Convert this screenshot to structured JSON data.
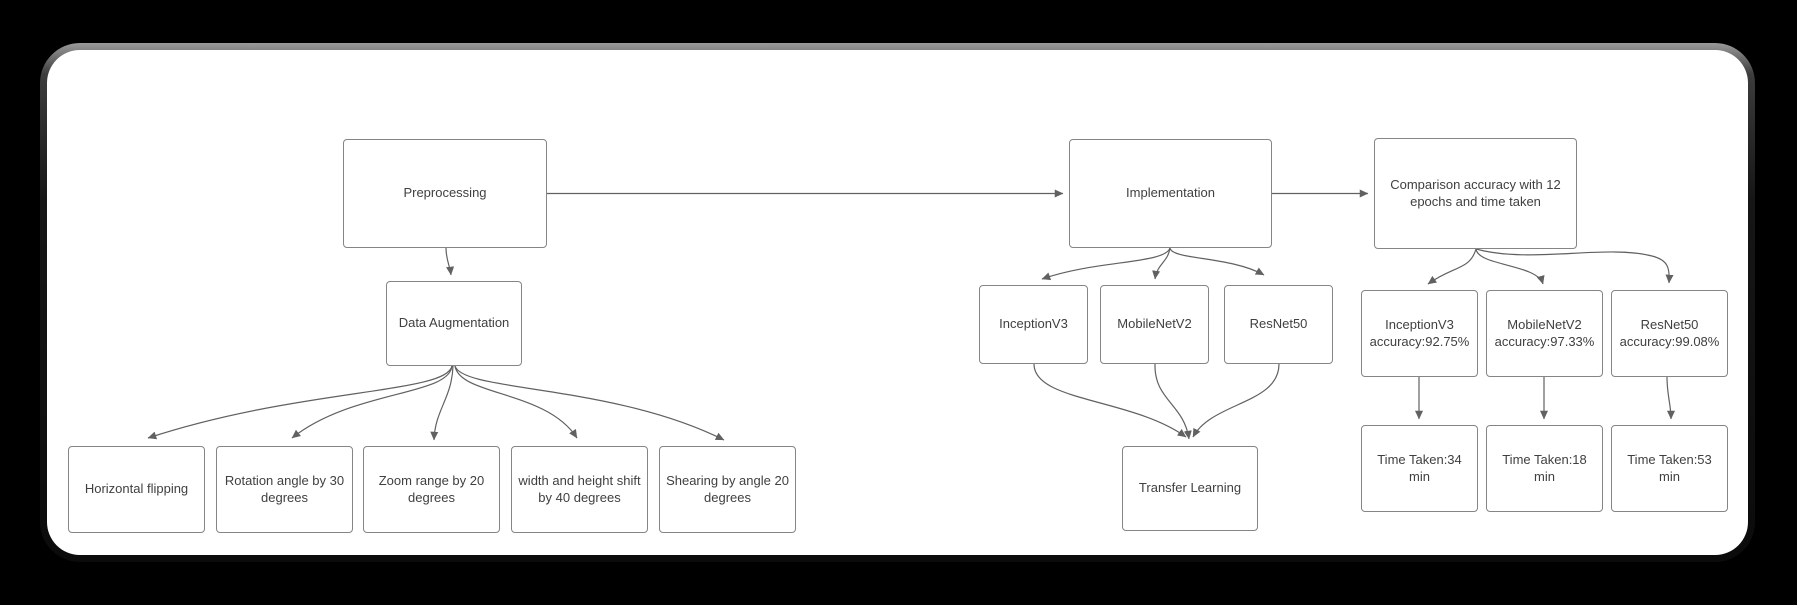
{
  "scene": {
    "background_color": "#000000",
    "card_background_color": "#ffffff",
    "frame_color": "#161616"
  },
  "diagram": {
    "type": "flowchart",
    "edge_color": "#616161",
    "node_border_color": "#858585",
    "text_color": "#404040",
    "nodes": {
      "preprocessing": "Preprocessing",
      "implementation": "Implementation",
      "comparison": "Comparison accuracy with 12 epochs and time taken",
      "data_augmentation": "Data Augmentation",
      "horizontal_flipping": "Horizontal flipping",
      "rotation": "Rotation angle by 30 degrees",
      "zoom_range": "Zoom range by 20 degrees",
      "shift": "width and height shift by 40 degrees",
      "shearing": "Shearing by angle 20 degrees",
      "inceptionv3": "InceptionV3",
      "mobilenetv2": "MobileNetV2",
      "resnet50": "ResNet50",
      "transfer_learning": "Transfer Learning",
      "inceptionv3_accuracy": "InceptionV3 accuracy:92.75%",
      "mobilenetv2_accuracy": "MobileNetV2 accuracy:97.33%",
      "resnet50_accuracy": "ResNet50 accuracy:99.08%",
      "time_inceptionv3": "Time Taken:34 min",
      "time_mobilenetv2": "Time Taken:18 min",
      "time_resnet50": "Time Taken:53 min"
    },
    "edges": [
      {
        "from": "preprocessing",
        "to": "implementation"
      },
      {
        "from": "implementation",
        "to": "comparison"
      },
      {
        "from": "preprocessing",
        "to": "data_augmentation"
      },
      {
        "from": "data_augmentation",
        "to": "horizontal_flipping"
      },
      {
        "from": "data_augmentation",
        "to": "rotation"
      },
      {
        "from": "data_augmentation",
        "to": "zoom_range"
      },
      {
        "from": "data_augmentation",
        "to": "shift"
      },
      {
        "from": "data_augmentation",
        "to": "shearing"
      },
      {
        "from": "implementation",
        "to": "inceptionv3"
      },
      {
        "from": "implementation",
        "to": "mobilenetv2"
      },
      {
        "from": "implementation",
        "to": "resnet50"
      },
      {
        "from": "inceptionv3",
        "to": "transfer_learning"
      },
      {
        "from": "mobilenetv2",
        "to": "transfer_learning"
      },
      {
        "from": "resnet50",
        "to": "transfer_learning"
      },
      {
        "from": "comparison",
        "to": "inceptionv3_accuracy"
      },
      {
        "from": "comparison",
        "to": "mobilenetv2_accuracy"
      },
      {
        "from": "comparison",
        "to": "resnet50_accuracy"
      },
      {
        "from": "inceptionv3_accuracy",
        "to": "time_inceptionv3"
      },
      {
        "from": "mobilenetv2_accuracy",
        "to": "time_mobilenetv2"
      },
      {
        "from": "resnet50_accuracy",
        "to": "time_resnet50"
      }
    ]
  }
}
